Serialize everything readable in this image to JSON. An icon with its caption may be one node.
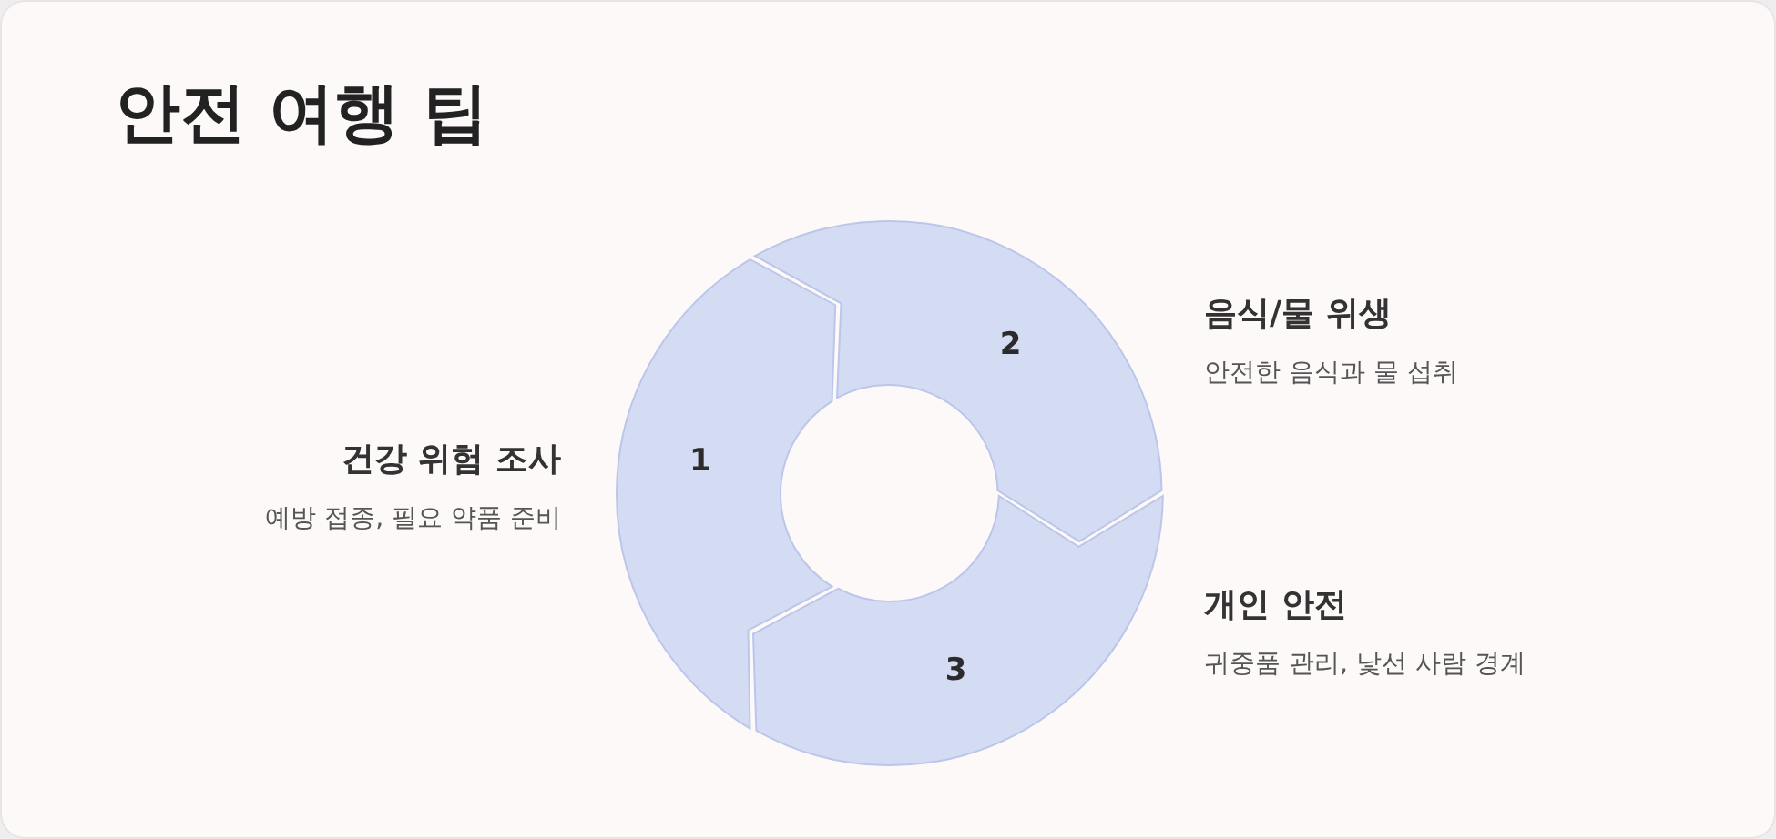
{
  "diagram": {
    "title": "안전 여행 팁",
    "nodes": [
      {
        "text": [
          "1"
        ],
        "beside": [
          "건강 위험 조사",
          "예방 접종, 필요 약품 준비"
        ]
      },
      {
        "text": [
          "2"
        ],
        "beside": [
          "음식/물 위생",
          "안전한 음식과 물 섭취"
        ]
      },
      {
        "text": [
          "3"
        ],
        "beside": [
          "개인 안전",
          "귀중품 관리, 낯선 사람 경계"
        ]
      }
    ]
  }
}
